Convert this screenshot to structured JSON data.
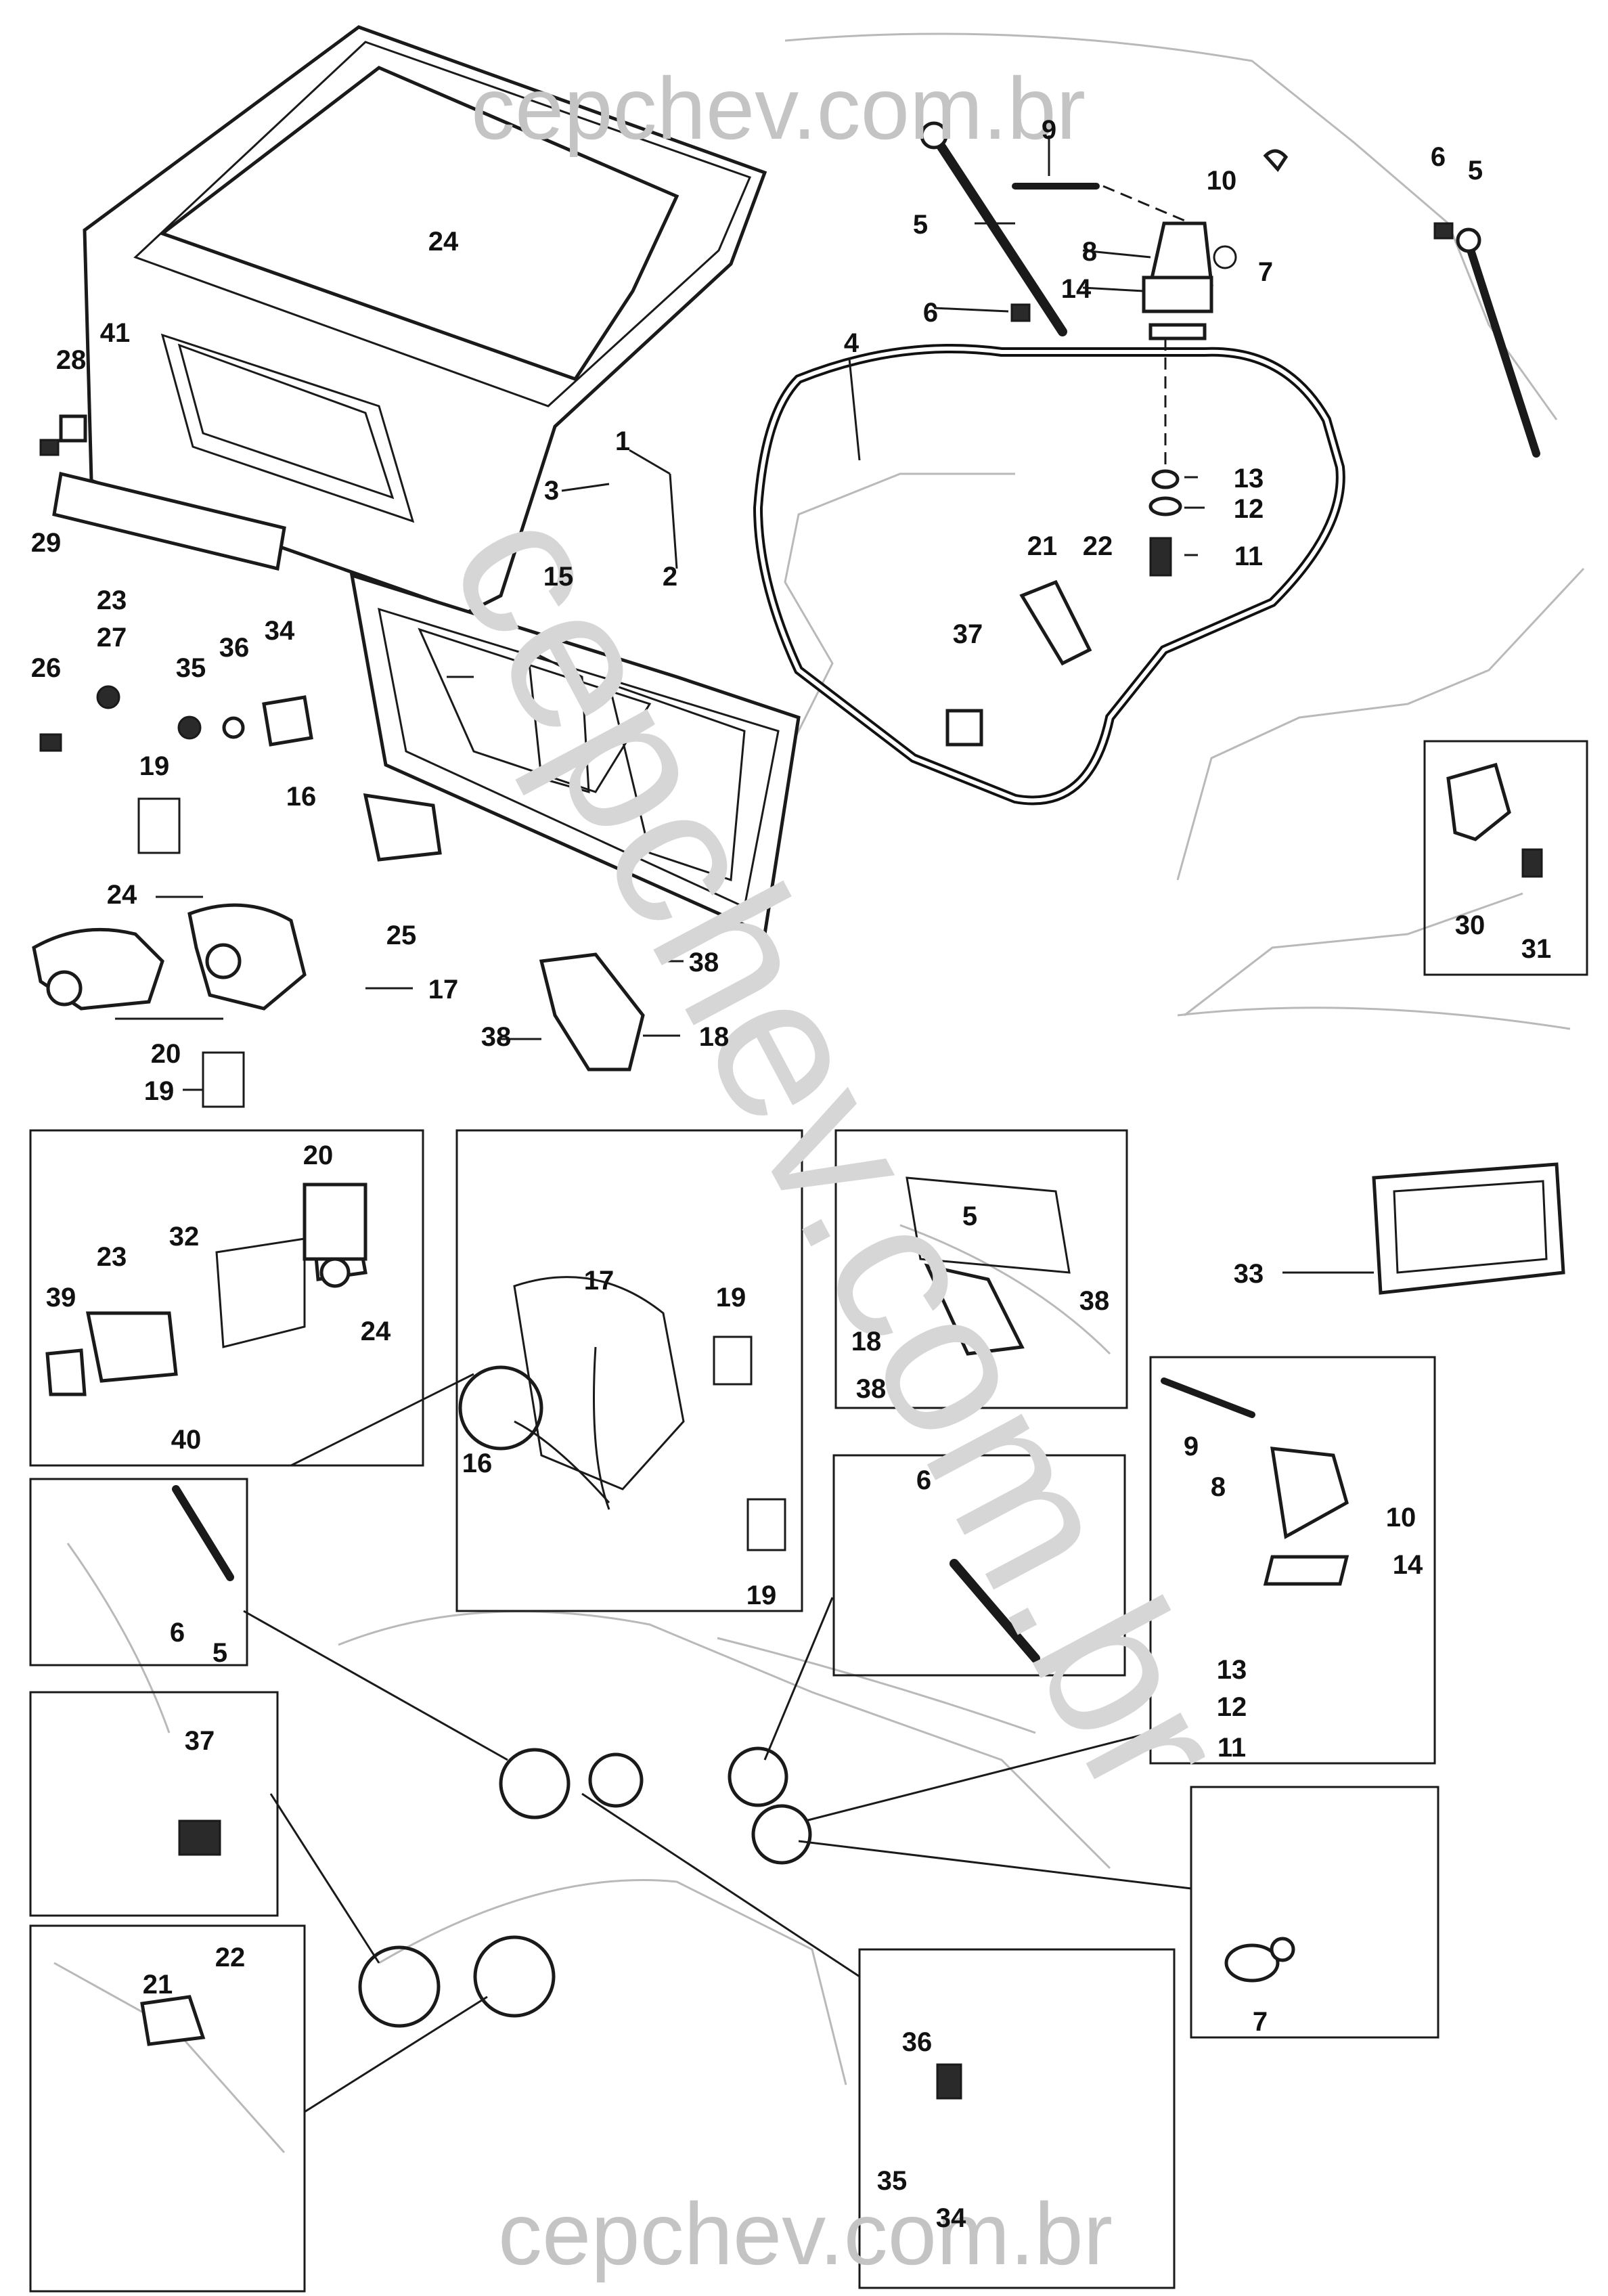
{
  "watermark": {
    "top": "cepchev.com.br",
    "bottom": "cepchev.com.br",
    "diagonal": "cepchev.com.br"
  },
  "callouts": {
    "n1": "1",
    "n2": "2",
    "n3": "3",
    "n4": "4",
    "n5": "5",
    "n6": "6",
    "n7": "7",
    "n8": "8",
    "n9": "9",
    "n10": "10",
    "n11": "11",
    "n12": "12",
    "n13": "13",
    "n14": "14",
    "n15": "15",
    "n16": "16",
    "n17": "17",
    "n18": "18",
    "n19": "19",
    "n20": "20",
    "n21": "21",
    "n22": "22",
    "n23": "23",
    "n24": "24",
    "n25": "25",
    "n26": "26",
    "n27": "27",
    "n28": "28",
    "n29": "29",
    "n30": "30",
    "n31": "31",
    "n32": "32",
    "n33": "33",
    "n34": "34",
    "n35": "35",
    "n36": "36",
    "n37": "37",
    "n38": "38",
    "n39": "39",
    "n40": "40",
    "n41": "41"
  },
  "icons": [
    "gas-strut-icon",
    "hinge-icon",
    "bolt-icon",
    "nut-icon",
    "washer-icon",
    "clip-icon",
    "lock-cylinder-icon",
    "latch-icon",
    "seal-icon"
  ]
}
